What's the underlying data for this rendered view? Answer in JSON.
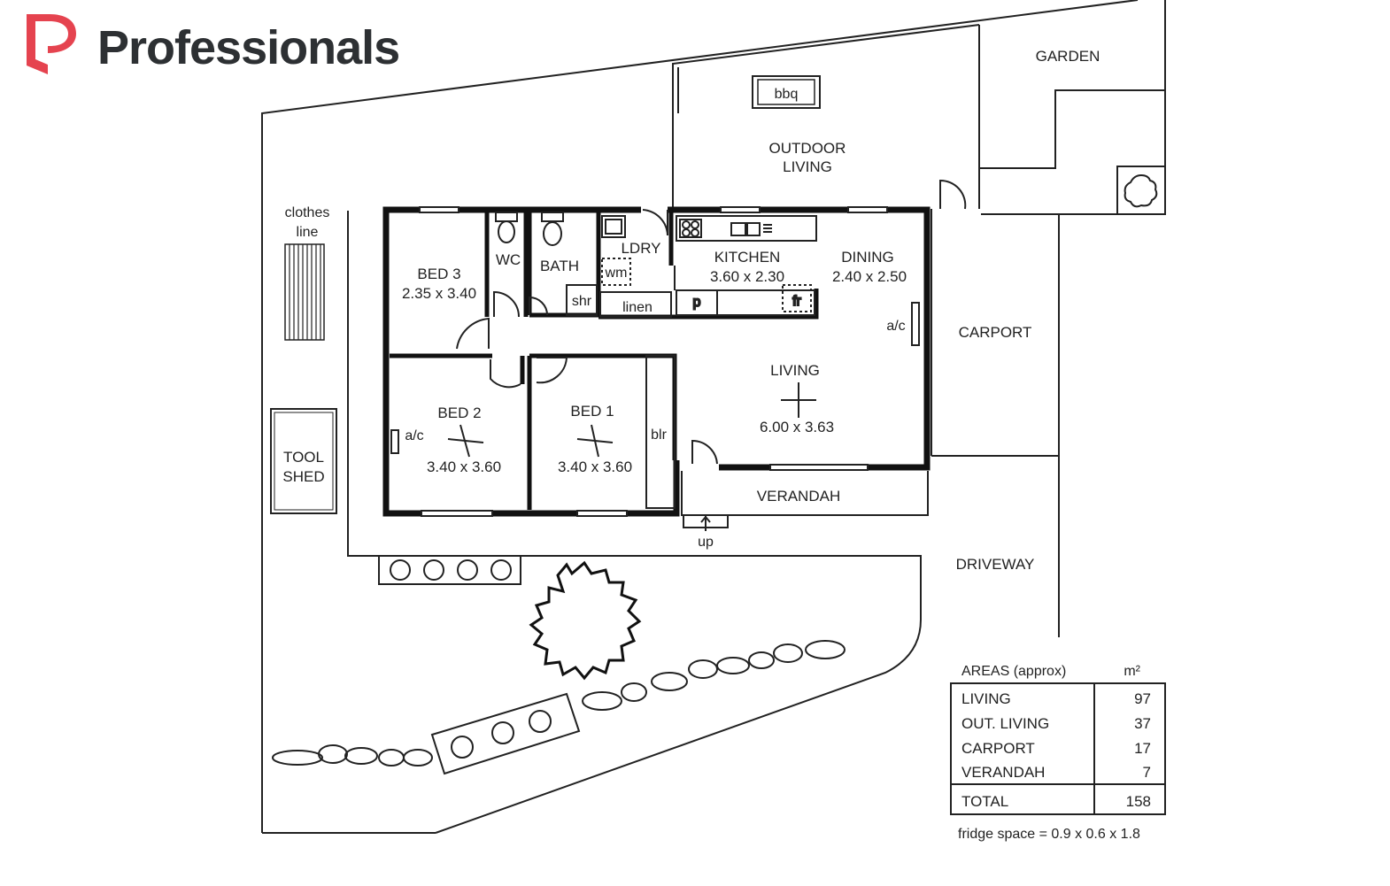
{
  "brand": {
    "name": "Professionals",
    "accent_color": "#e5434f",
    "text_color": "#2d3033"
  },
  "rooms": {
    "bed3": {
      "name": "BED 3",
      "dims": "2.35 x 3.40"
    },
    "wc": {
      "name": "WC"
    },
    "bath": {
      "name": "BATH"
    },
    "laundry": {
      "name": "LDRY"
    },
    "kitchen": {
      "name": "KITCHEN",
      "dims": "3.60 x 2.30"
    },
    "dining": {
      "name": "DINING",
      "dims": "2.40 x 2.50"
    },
    "living": {
      "name": "LIVING",
      "dims": "6.00 x 3.63"
    },
    "bed2": {
      "name": "BED 2",
      "dims": "3.40 x 3.60"
    },
    "bed1": {
      "name": "BED 1",
      "dims": "3.40 x 3.60"
    },
    "verandah": {
      "name": "VERANDAH"
    }
  },
  "fixtures": {
    "shower": "shr",
    "linen": "linen",
    "washing_machine": "wm",
    "pantry": "p",
    "fridge": "fr",
    "boiler": "blr",
    "aircon": "a/c",
    "bbq": "bbq",
    "step_up": "up"
  },
  "outdoor": {
    "garden": "GARDEN",
    "outdoor_living_line1": "OUTDOOR",
    "outdoor_living_line2": "LIVING",
    "carport": "CARPORT",
    "driveway": "DRIVEWAY",
    "clothes_line1": "clothes",
    "clothes_line2": "line",
    "tool_shed1": "TOOL",
    "tool_shed2": "SHED"
  },
  "areas": {
    "title": "AREAS (approx)",
    "unit": "m²",
    "rows": [
      {
        "label": "LIVING",
        "value": "97"
      },
      {
        "label": "OUT. LIVING",
        "value": "37"
      },
      {
        "label": "CARPORT",
        "value": "17"
      },
      {
        "label": "VERANDAH",
        "value": "7"
      }
    ],
    "total": {
      "label": "TOTAL",
      "value": "158"
    }
  },
  "footnote": "fridge space = 0.9 x 0.6 x 1.8"
}
